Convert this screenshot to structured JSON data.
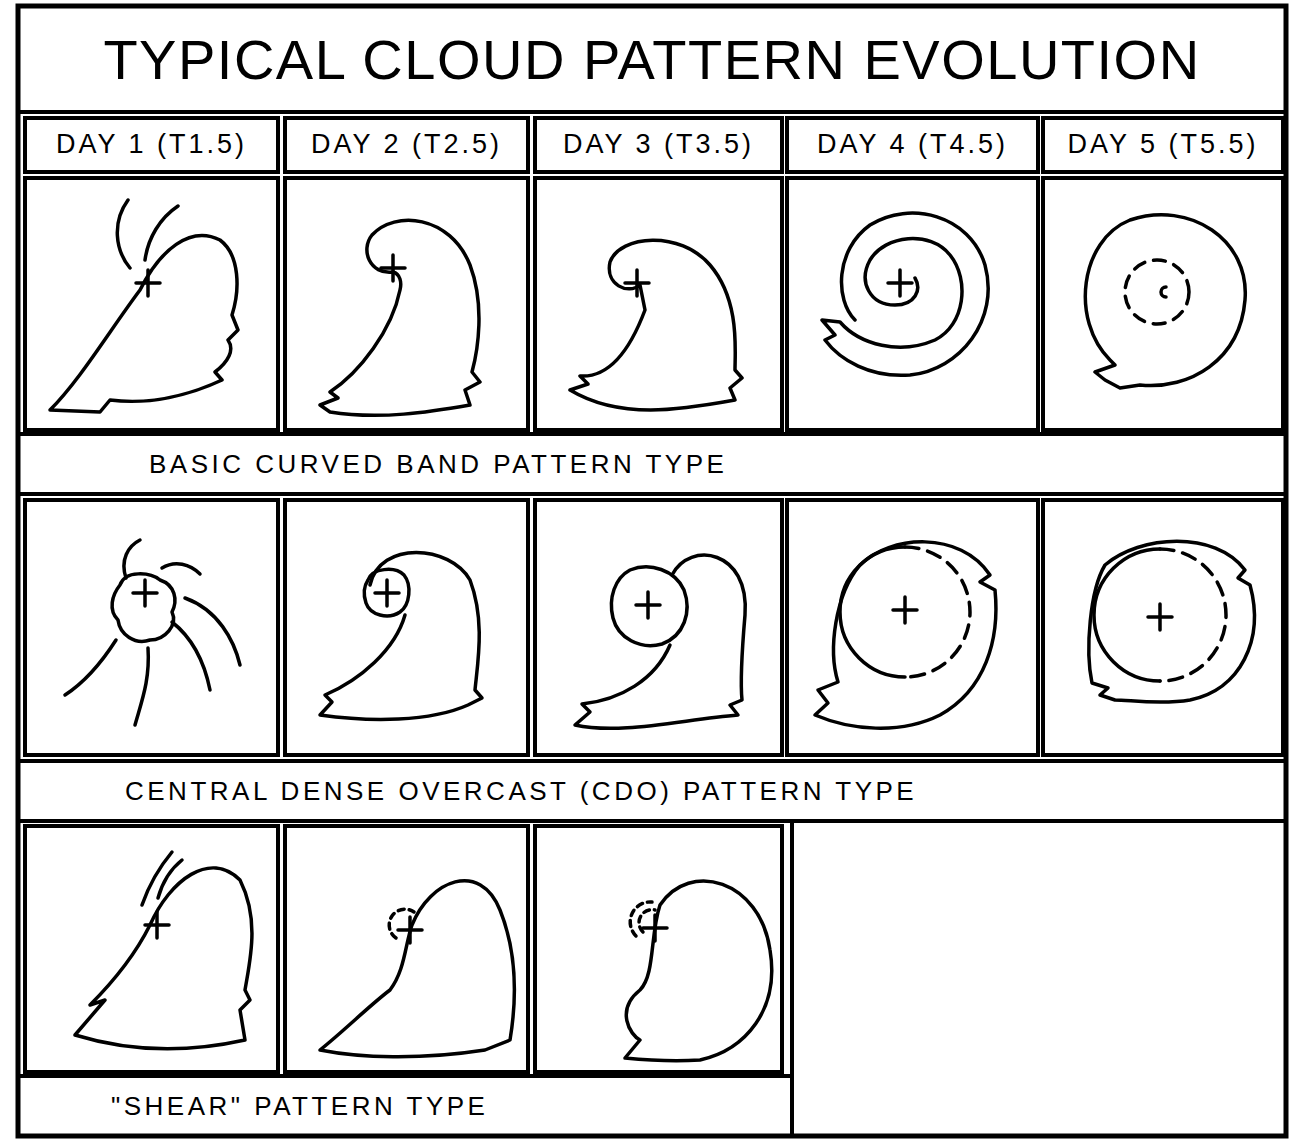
{
  "diagram": {
    "title": "TYPICAL CLOUD PATTERN EVOLUTION",
    "nodes": [
      {
        "text": [
          "DAY 1 (T1.5)"
        ]
      },
      {
        "text": [
          "DAY 2 (T2.5)"
        ]
      },
      {
        "text": [
          "DAY 3 (T3.5)"
        ]
      },
      {
        "text": [
          "DAY 4 (T4.5)"
        ]
      },
      {
        "text": [
          "DAY 5 (T5.5)"
        ]
      },
      {
        "text": [
          "BASIC CURVED BAND PATTERN TYPE"
        ]
      },
      {
        "text": [
          "CENTRAL DENSE OVERCAST (CDO) PATTERN TYPE"
        ]
      },
      {
        "text": [
          "\"SHEAR\" PATTERN TYPE"
        ]
      }
    ]
  }
}
